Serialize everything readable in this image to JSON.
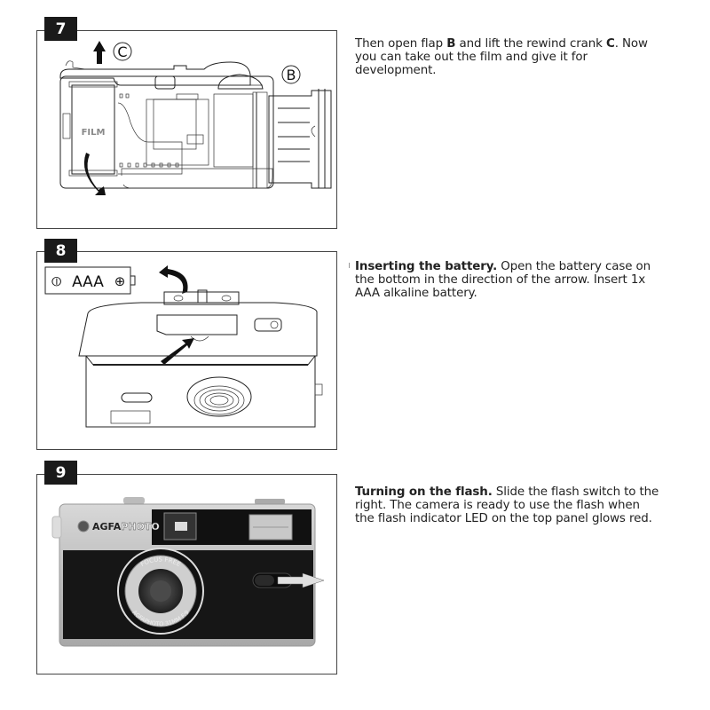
{
  "steps": [
    {
      "number": "7",
      "labels": {
        "crank": "C",
        "flap": "B",
        "film": "FILM"
      },
      "text_before_b": "Then open flap ",
      "bold_b": "B",
      "text_mid": " and lift the rewind crank ",
      "bold_c": "C",
      "text_after": ". Now you can take out the film and give it for development."
    },
    {
      "number": "8",
      "battery_label": "AAA",
      "battery_minus": "⦶",
      "battery_plus": "⊕",
      "heading": "Inserting the battery.",
      "body": " Open the battery case on the bottom in the direction of the arrow. Insert 1x AAA alkaline battery."
    },
    {
      "number": "9",
      "brand_bold": "AGFA",
      "brand_light": "PHOTO",
      "lens_top": "FOCUS FREE",
      "lens_bottom": "AGFAPHOTO 31MM F:9",
      "heading": "Turning on the flash.",
      "body": " Slide the flash switch to the right. The camera is ready to use the flash when the flash indicator LED on the top panel glows red."
    }
  ]
}
